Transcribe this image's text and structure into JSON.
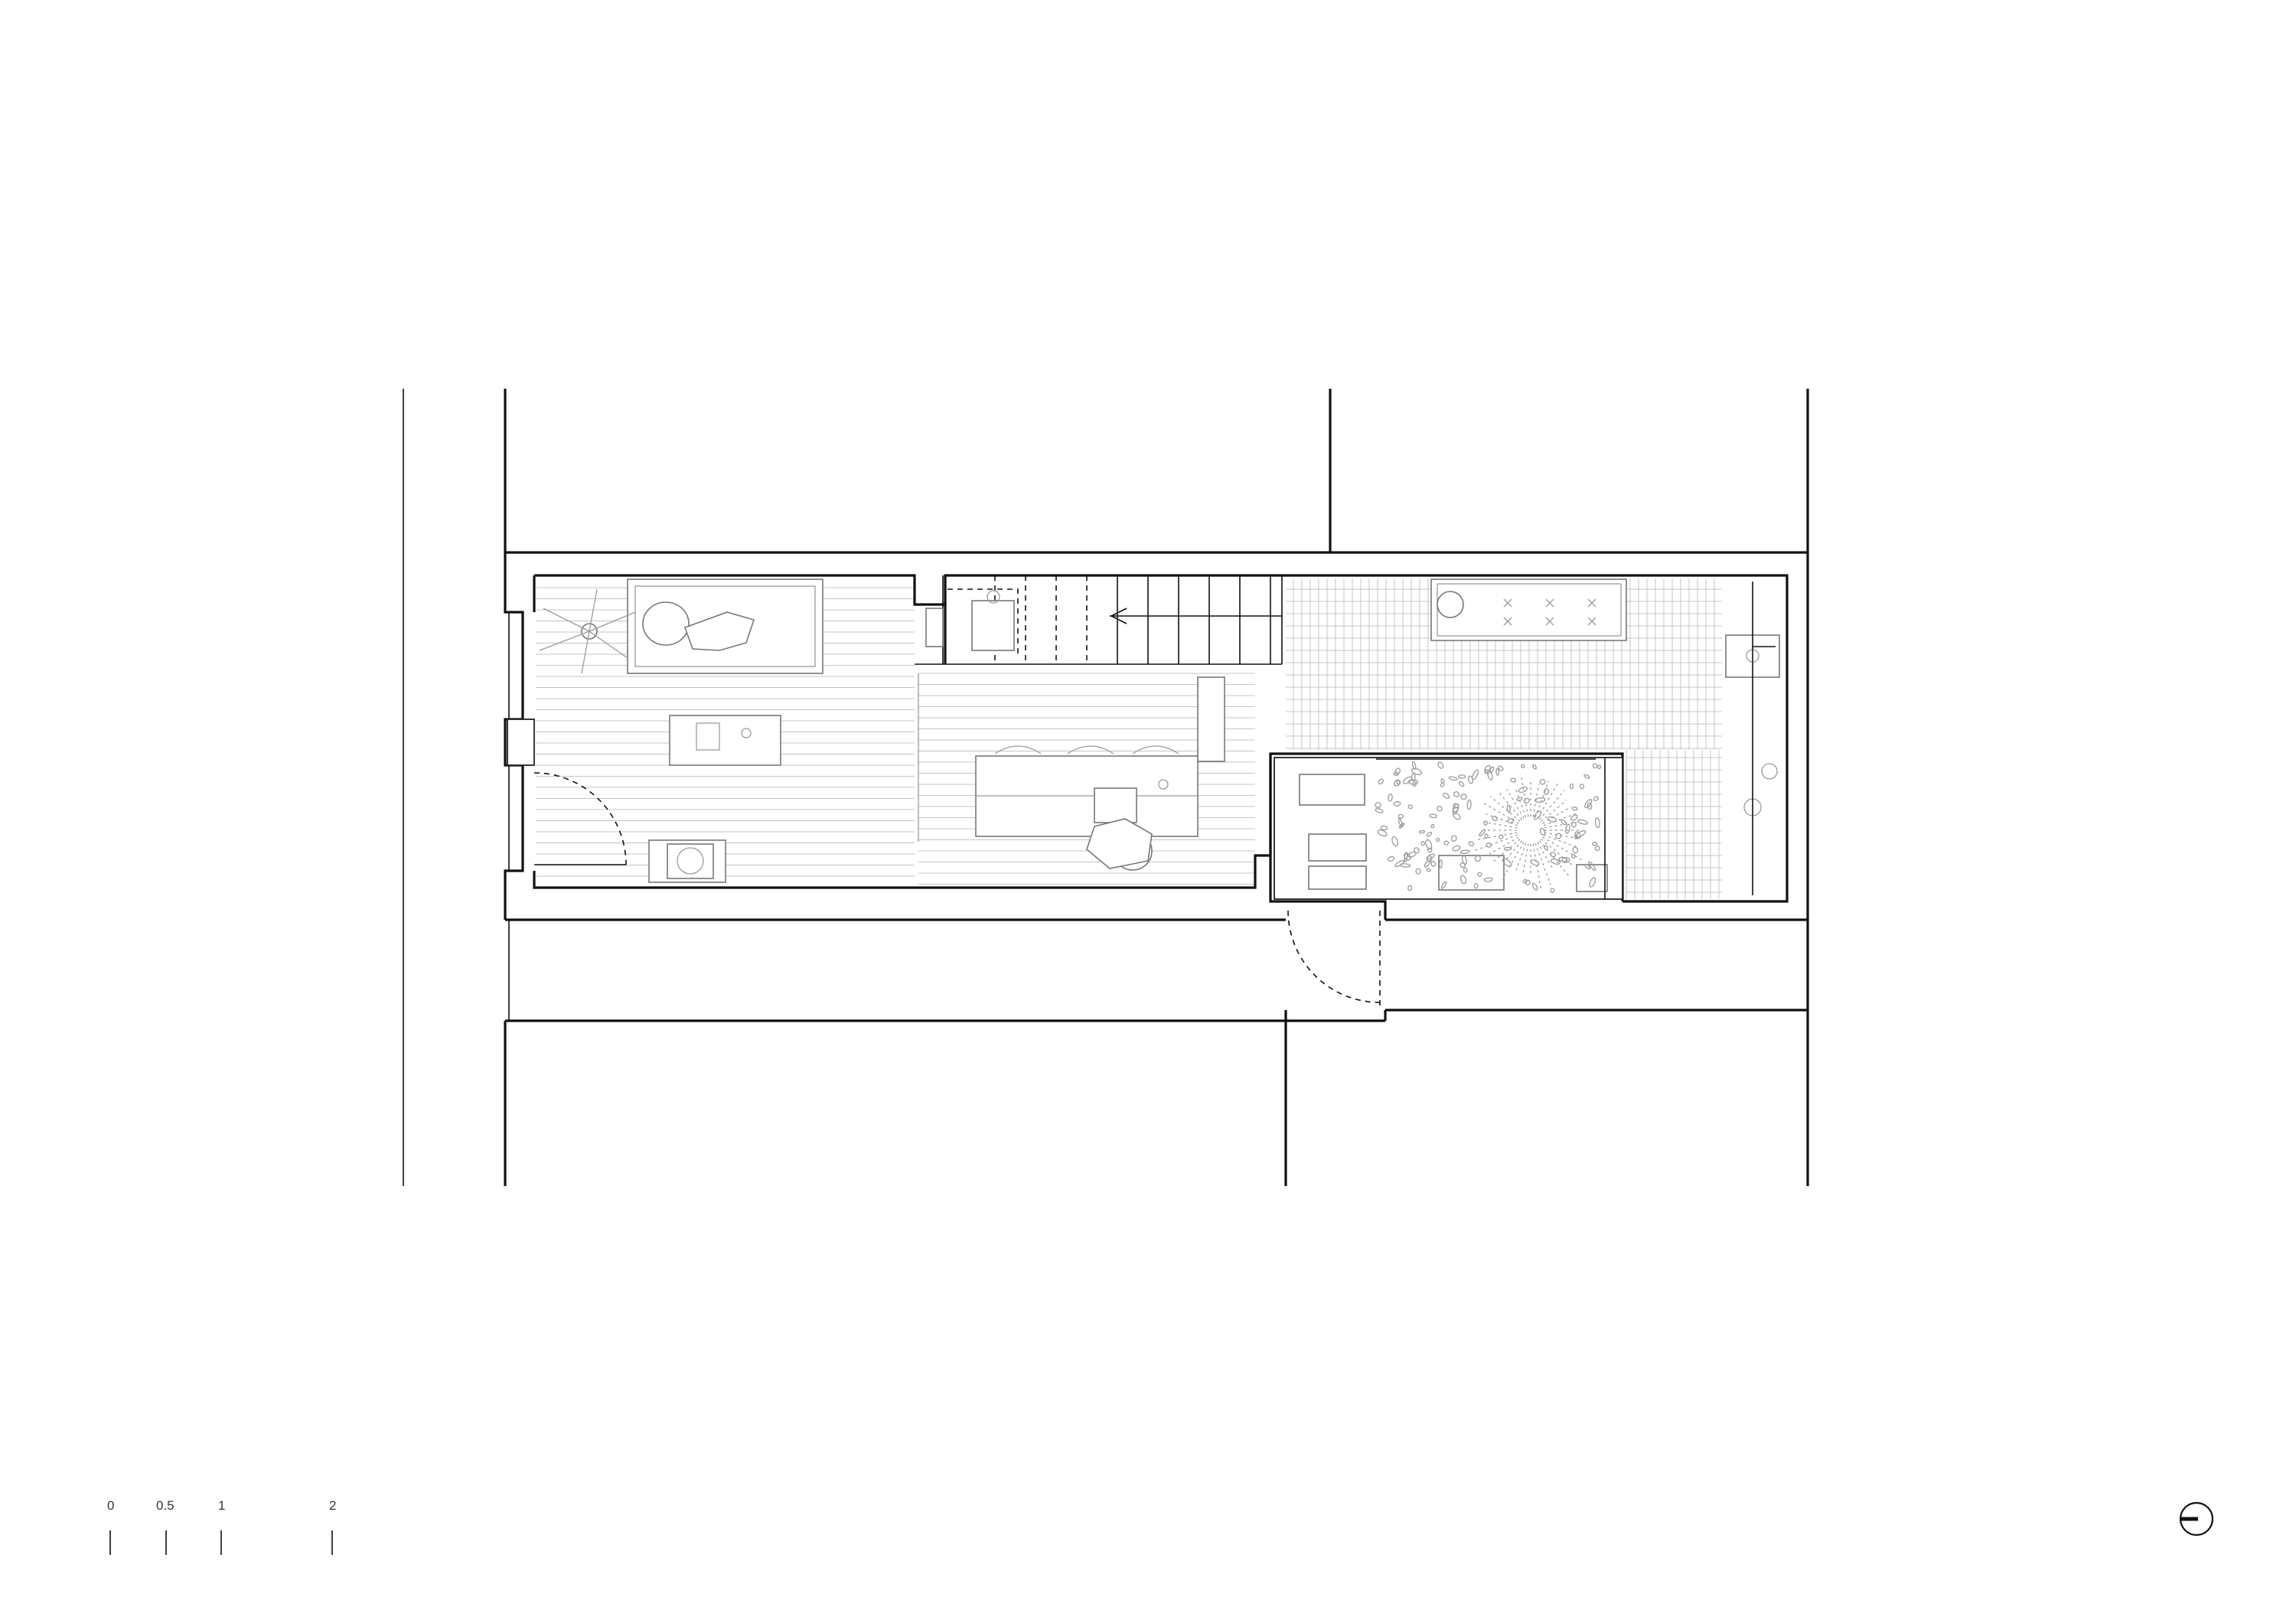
{
  "drawing": {
    "type": "floor-plan",
    "north_arrow_icon": "north-arrow-icon"
  },
  "scale_bar": {
    "labels": [
      "0",
      "0.5",
      "1",
      "2"
    ]
  },
  "colors": {
    "line": "#111111",
    "furniture": "#777777",
    "floor_pattern": "#c4c4c4",
    "background": "#ffffff"
  }
}
